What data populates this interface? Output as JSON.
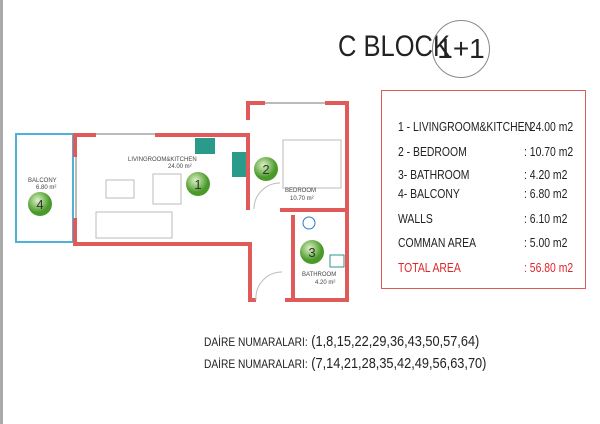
{
  "header": {
    "title": "C BLOCK",
    "unit_type": "1+1"
  },
  "plan": {
    "rooms": [
      {
        "no": "1",
        "name": "LIVINGROOM&KITCHEN",
        "area": "24.00 m²"
      },
      {
        "no": "2",
        "name": "BEDROOM",
        "area": "10.70 m²"
      },
      {
        "no": "3",
        "name": "BATHROOM",
        "area": "4.20 m²"
      },
      {
        "no": "4",
        "name": "BALCONY",
        "area": "6.80 m²"
      }
    ]
  },
  "areas": [
    {
      "label": "1 - LIVINGROOM&KITCHEN",
      "value": ": 24.00 m2"
    },
    {
      "label": "2 - BEDROOM",
      "value": ": 10.70 m2"
    },
    {
      "label": "3- BATHROOM",
      "value": ":  4.20 m2"
    },
    {
      "label": "4- BALCONY",
      "value": ": 6.80 m2"
    },
    {
      "label": "WALLS",
      "value": ":  6.10 m2"
    },
    {
      "label": "COMMAN AREA",
      "value": ": 5.00 m2"
    },
    {
      "label": "TOTAL AREA",
      "value": ": 56.80 m2"
    }
  ],
  "units": [
    {
      "label": "DAİRE NUMARALARI:",
      "value": "(1,8,15,22,29,36,43,50,57,64)"
    },
    {
      "label": "DAİRE NUMARALARI:",
      "value": "(7,14,21,28,35,42,49,56,63,70)"
    }
  ],
  "colors": {
    "wall": "#e05a5a",
    "balcony": "#4fb0dc",
    "badge": "#5fae3a",
    "total": "#e0262b"
  }
}
